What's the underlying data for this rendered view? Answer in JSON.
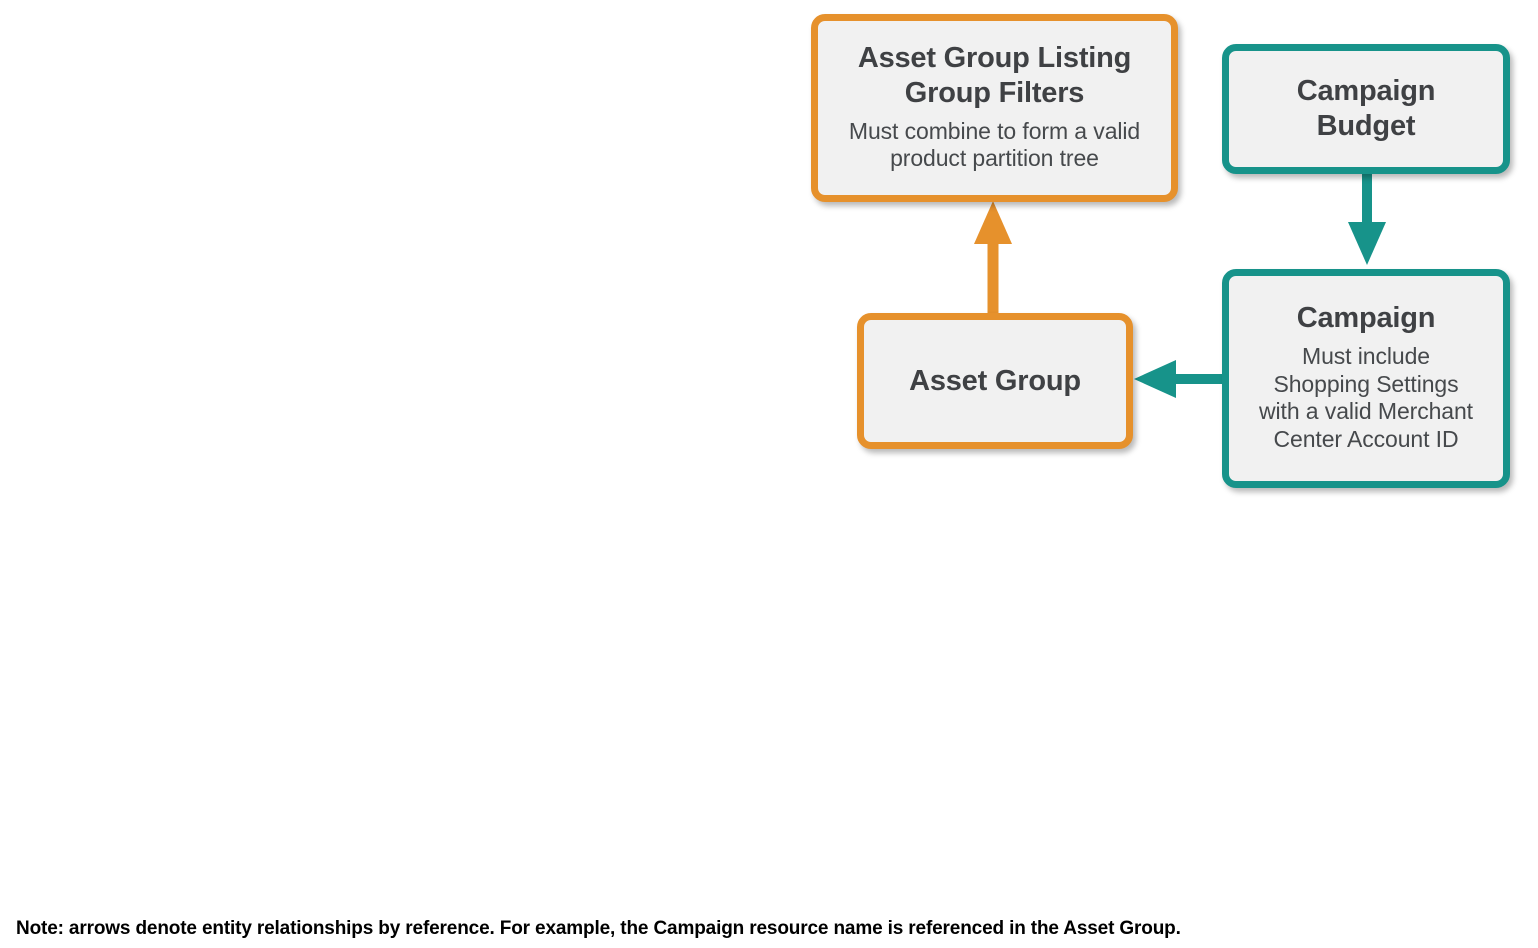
{
  "diagram": {
    "type": "entity-relationship-diagram",
    "colors": {
      "orange": "#e6912c",
      "teal": "#17938a",
      "box_fill": "#f1f1f1",
      "title_text": "#3f4144",
      "desc_text": "#46494c",
      "footnote_text": "#000000"
    },
    "nodes": [
      {
        "id": "asset-group-listing-group-filters",
        "title": "Asset Group Listing Group Filters",
        "description": "Must combine to form a valid product partition tree",
        "color": "orange"
      },
      {
        "id": "campaign-budget",
        "title": "Campaign Budget",
        "description": "",
        "color": "teal"
      },
      {
        "id": "asset-group",
        "title": "Asset Group",
        "description": "",
        "color": "orange"
      },
      {
        "id": "campaign",
        "title": "Campaign",
        "description": "Must include Shopping Settings with a valid Merchant Center Account ID",
        "color": "teal"
      }
    ],
    "edges": [
      {
        "id": "asset-group-to-listing-group-filters",
        "from": "asset-group",
        "to": "asset-group-listing-group-filters",
        "direction": "up",
        "color": "orange"
      },
      {
        "id": "campaign-budget-to-campaign",
        "from": "campaign-budget",
        "to": "campaign",
        "direction": "down",
        "color": "teal"
      },
      {
        "id": "campaign-to-asset-group",
        "from": "campaign",
        "to": "asset-group",
        "direction": "left",
        "color": "teal"
      }
    ],
    "footnote": "Note: arrows denote entity relationships by reference. For example, the Campaign resource name is referenced in the Asset Group."
  }
}
